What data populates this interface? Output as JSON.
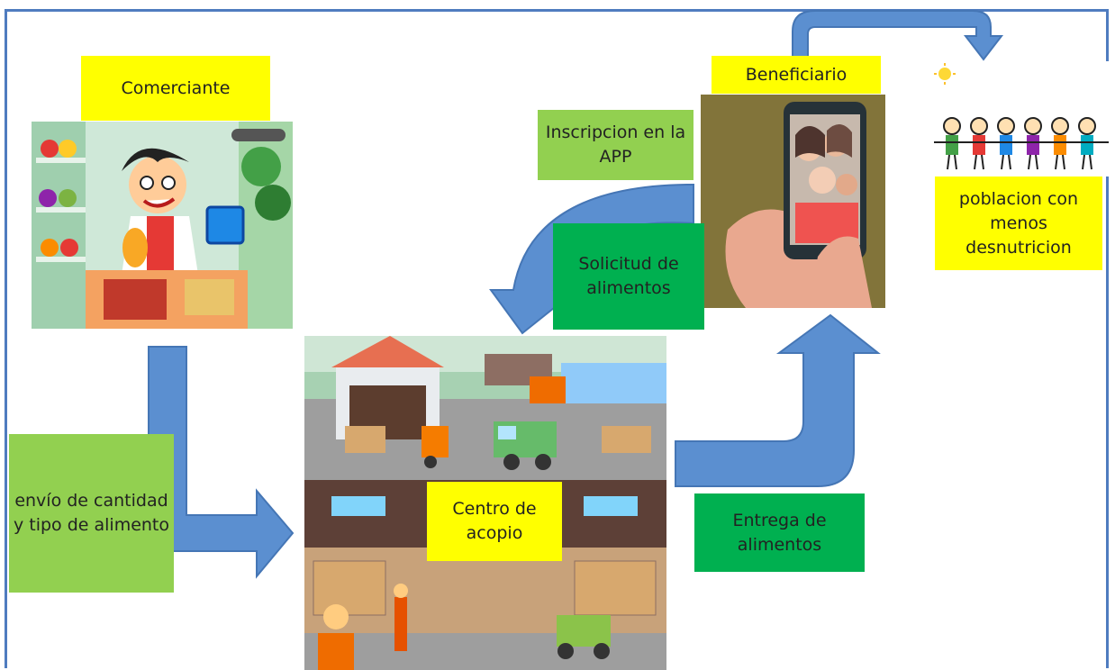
{
  "labels": {
    "comerciante": "Comerciante",
    "envio": "envío de cantidad y tipo de alimento",
    "centro": "Centro de acopio",
    "inscripcion": "Inscripcion en la APP",
    "solicitud": "Solicitud de alimentos",
    "beneficiario": "Beneficiario",
    "entrega": "Entrega de alimentos",
    "poblacion": "poblacion con menos desnutricion"
  },
  "colors": {
    "arrow": "#5b8fd0",
    "yellow": "#ffff00",
    "light_green": "#92d050",
    "dark_green": "#00b050",
    "frame": "#4f7cbf"
  },
  "icons": {
    "merchant": "shopkeeper-illustration",
    "warehouse": "warehouse-illustration",
    "beneficiary": "phone-selfie-photo",
    "children": "children-holding-hands-drawing"
  }
}
